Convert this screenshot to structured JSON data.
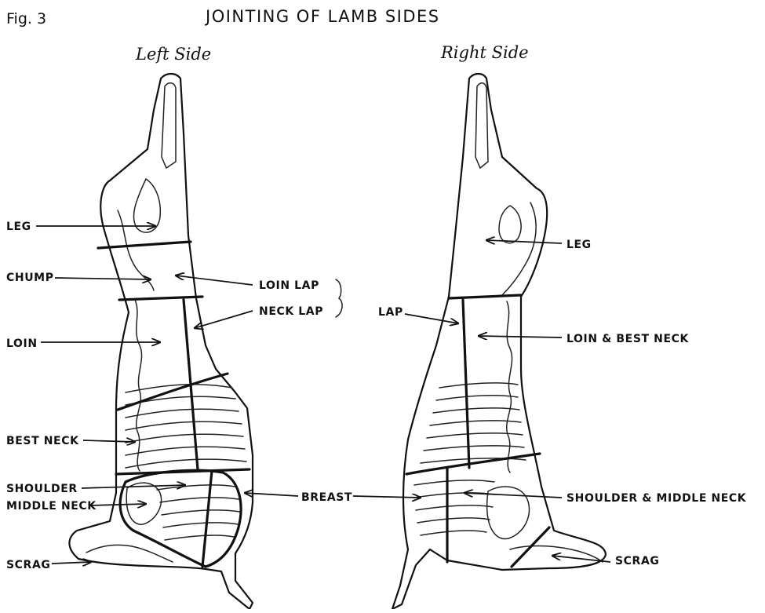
{
  "figure_label": "Fig. 3",
  "title": "JOINTING OF LAMB SIDES",
  "left_side": {
    "heading": "Left Side",
    "labels": {
      "leg": "LEG",
      "chump": "CHUMP",
      "loin": "LOIN",
      "loin_lap": "LOIN LAP",
      "neck_lap": "NECK LAP",
      "best_neck": "BEST NECK",
      "shoulder": "SHOULDER",
      "middle_neck": "MIDDLE NECK",
      "scrag": "SCRAG",
      "breast": "BREAST"
    }
  },
  "right_side": {
    "heading": "Right Side",
    "labels": {
      "leg": "LEG",
      "lap": "LAP",
      "loin_best_neck": "LOIN & BEST NECK",
      "shoulder_middle_neck": "SHOULDER & MIDDLE NECK",
      "scrag": "SCRAG"
    }
  }
}
